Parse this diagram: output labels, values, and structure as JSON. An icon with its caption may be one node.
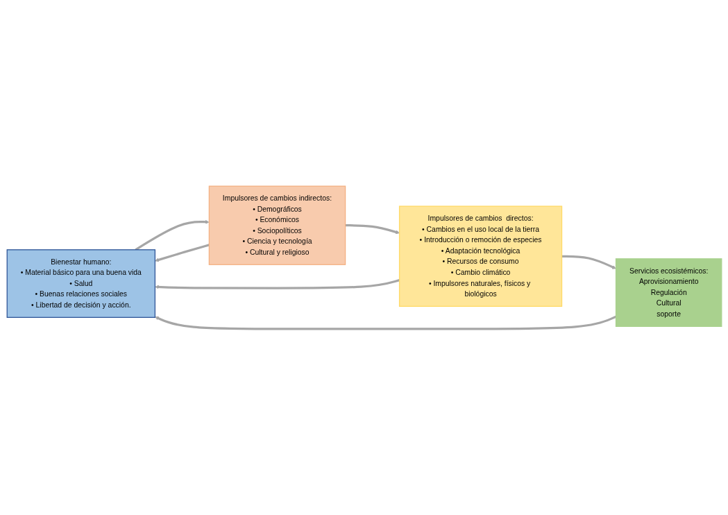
{
  "diagram": {
    "nodes": [
      {
        "text": [
          "Bienestar humano:",
          "• Material básico para una buena vida",
          "• Salud",
          "• Buenas relaciones sociales",
          "• Libertad de decisión y acción."
        ]
      },
      {
        "text": [
          "Impulsores de cambios indirectos:",
          "• Demográficos",
          "• Económicos",
          "• Sociopolíticos",
          "• Ciencia y tecnología",
          "• Cultural y religioso"
        ]
      },
      {
        "text": [
          "Impulsores de cambios  directos:",
          "• Cambios en el uso local de la tierra",
          "• Introducción o remoción de especies",
          "• Adaptación tecnológica",
          "• Recursos de consumo",
          "• Cambio climático",
          "• Impulsores naturales, físicos y biológicos"
        ]
      },
      {
        "text": [
          "Servicios ecosistémicos:",
          "Aprovisionamiento",
          "Regulación",
          "Cultural",
          "soporte"
        ]
      }
    ],
    "edges": [
      {
        "from": 0,
        "to": 1,
        "arrow": "to"
      },
      {
        "from": 1,
        "to": 0,
        "arrow": "to"
      },
      {
        "from": 1,
        "to": 2,
        "arrow": "to"
      },
      {
        "from": 2,
        "to": 0,
        "arrow": "to"
      },
      {
        "from": 2,
        "to": 3,
        "arrow": "to"
      },
      {
        "from": 3,
        "to": 0,
        "arrow": "to"
      }
    ]
  }
}
